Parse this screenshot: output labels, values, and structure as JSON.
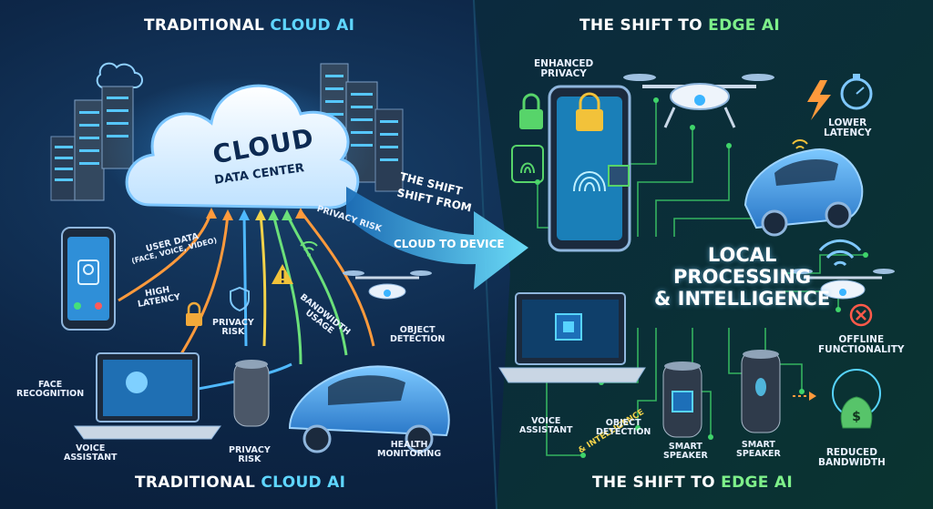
{
  "left": {
    "title_prefix": "Traditional ",
    "title_highlight": "Cloud AI",
    "bottom_title_prefix": "Traditional ",
    "bottom_title_highlight": "Cloud AI",
    "cloud_line1": "Cloud",
    "cloud_line2": "Data Center",
    "labels": {
      "user_data": "User Data",
      "user_data_sub": "(Face, Voice, Video)",
      "high_latency_1": "High",
      "high_latency_2": "Latency",
      "privacy_risk_top": "Privacy Risk",
      "privacy_risk_mid_1": "Privacy",
      "privacy_risk_mid_2": "Risk",
      "bandwidth_1": "Bandwidth",
      "bandwidth_2": "Usage",
      "object_detection_1": "Object",
      "object_detection_2": "Detection",
      "face_recognition_1": "Face",
      "face_recognition_2": "Recognition",
      "voice_assistant_1": "Voice",
      "voice_assistant_2": "Assistant",
      "privacy_risk_bottom_1": "Privacy",
      "privacy_risk_bottom_2": "Risk",
      "health_monitoring_1": "Health",
      "health_monitoring_2": "Monitoring"
    }
  },
  "center": {
    "shift_line1": "The Shift",
    "shift_line2": "Shift from",
    "shift_line3": "Cloud to Device"
  },
  "right": {
    "title_prefix": "The Shift to ",
    "title_highlight": "Edge AI",
    "bottom_title_prefix": "The Shift to ",
    "bottom_title_highlight": "Edge AI",
    "center_line1": "Local",
    "center_line2": "Processing",
    "center_line3": "& Intelligence",
    "labels": {
      "enhanced_privacy_1": "Enhanced",
      "enhanced_privacy_2": "Privacy",
      "lower_latency_1": "Lower",
      "lower_latency_2": "Latency",
      "offline_1": "Offline",
      "offline_2": "Functionality",
      "voice_assistant_1": "Voice",
      "voice_assistant_2": "Assistant",
      "intelligence_tag": "& Intelligence",
      "object_detection_1": "Object",
      "object_detection_2": "Detection",
      "smart_speaker_a_1": "Smart",
      "smart_speaker_a_2": "Speaker",
      "smart_speaker_b_1": "Smart",
      "smart_speaker_b_2": "Speaker",
      "reduced_bandwidth_1": "Reduced",
      "reduced_bandwidth_2": "Bandwidth"
    }
  },
  "colors": {
    "background": "#0d2748",
    "accent_blue": "#5fd6ff",
    "accent_green": "#7ef08a",
    "arrow_orange": "#ff9a3c",
    "arrow_yellow": "#f2d24a",
    "arrow_green": "#6be07a",
    "circuit_green": "#3fd46a"
  }
}
